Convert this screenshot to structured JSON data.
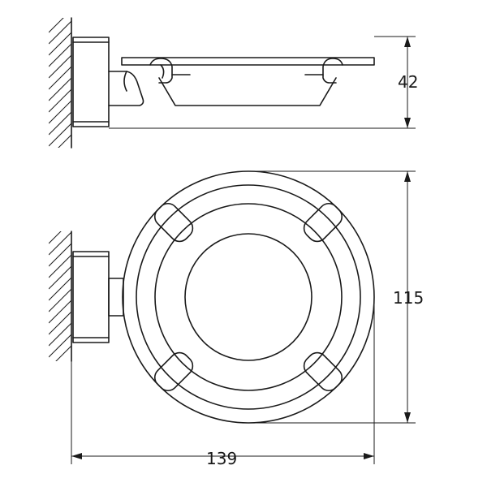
{
  "dimensions": {
    "height_side": "42",
    "height_front": "115",
    "width_front": "139"
  },
  "colors": {
    "line": "#1a1a1a",
    "background": "#ffffff"
  }
}
